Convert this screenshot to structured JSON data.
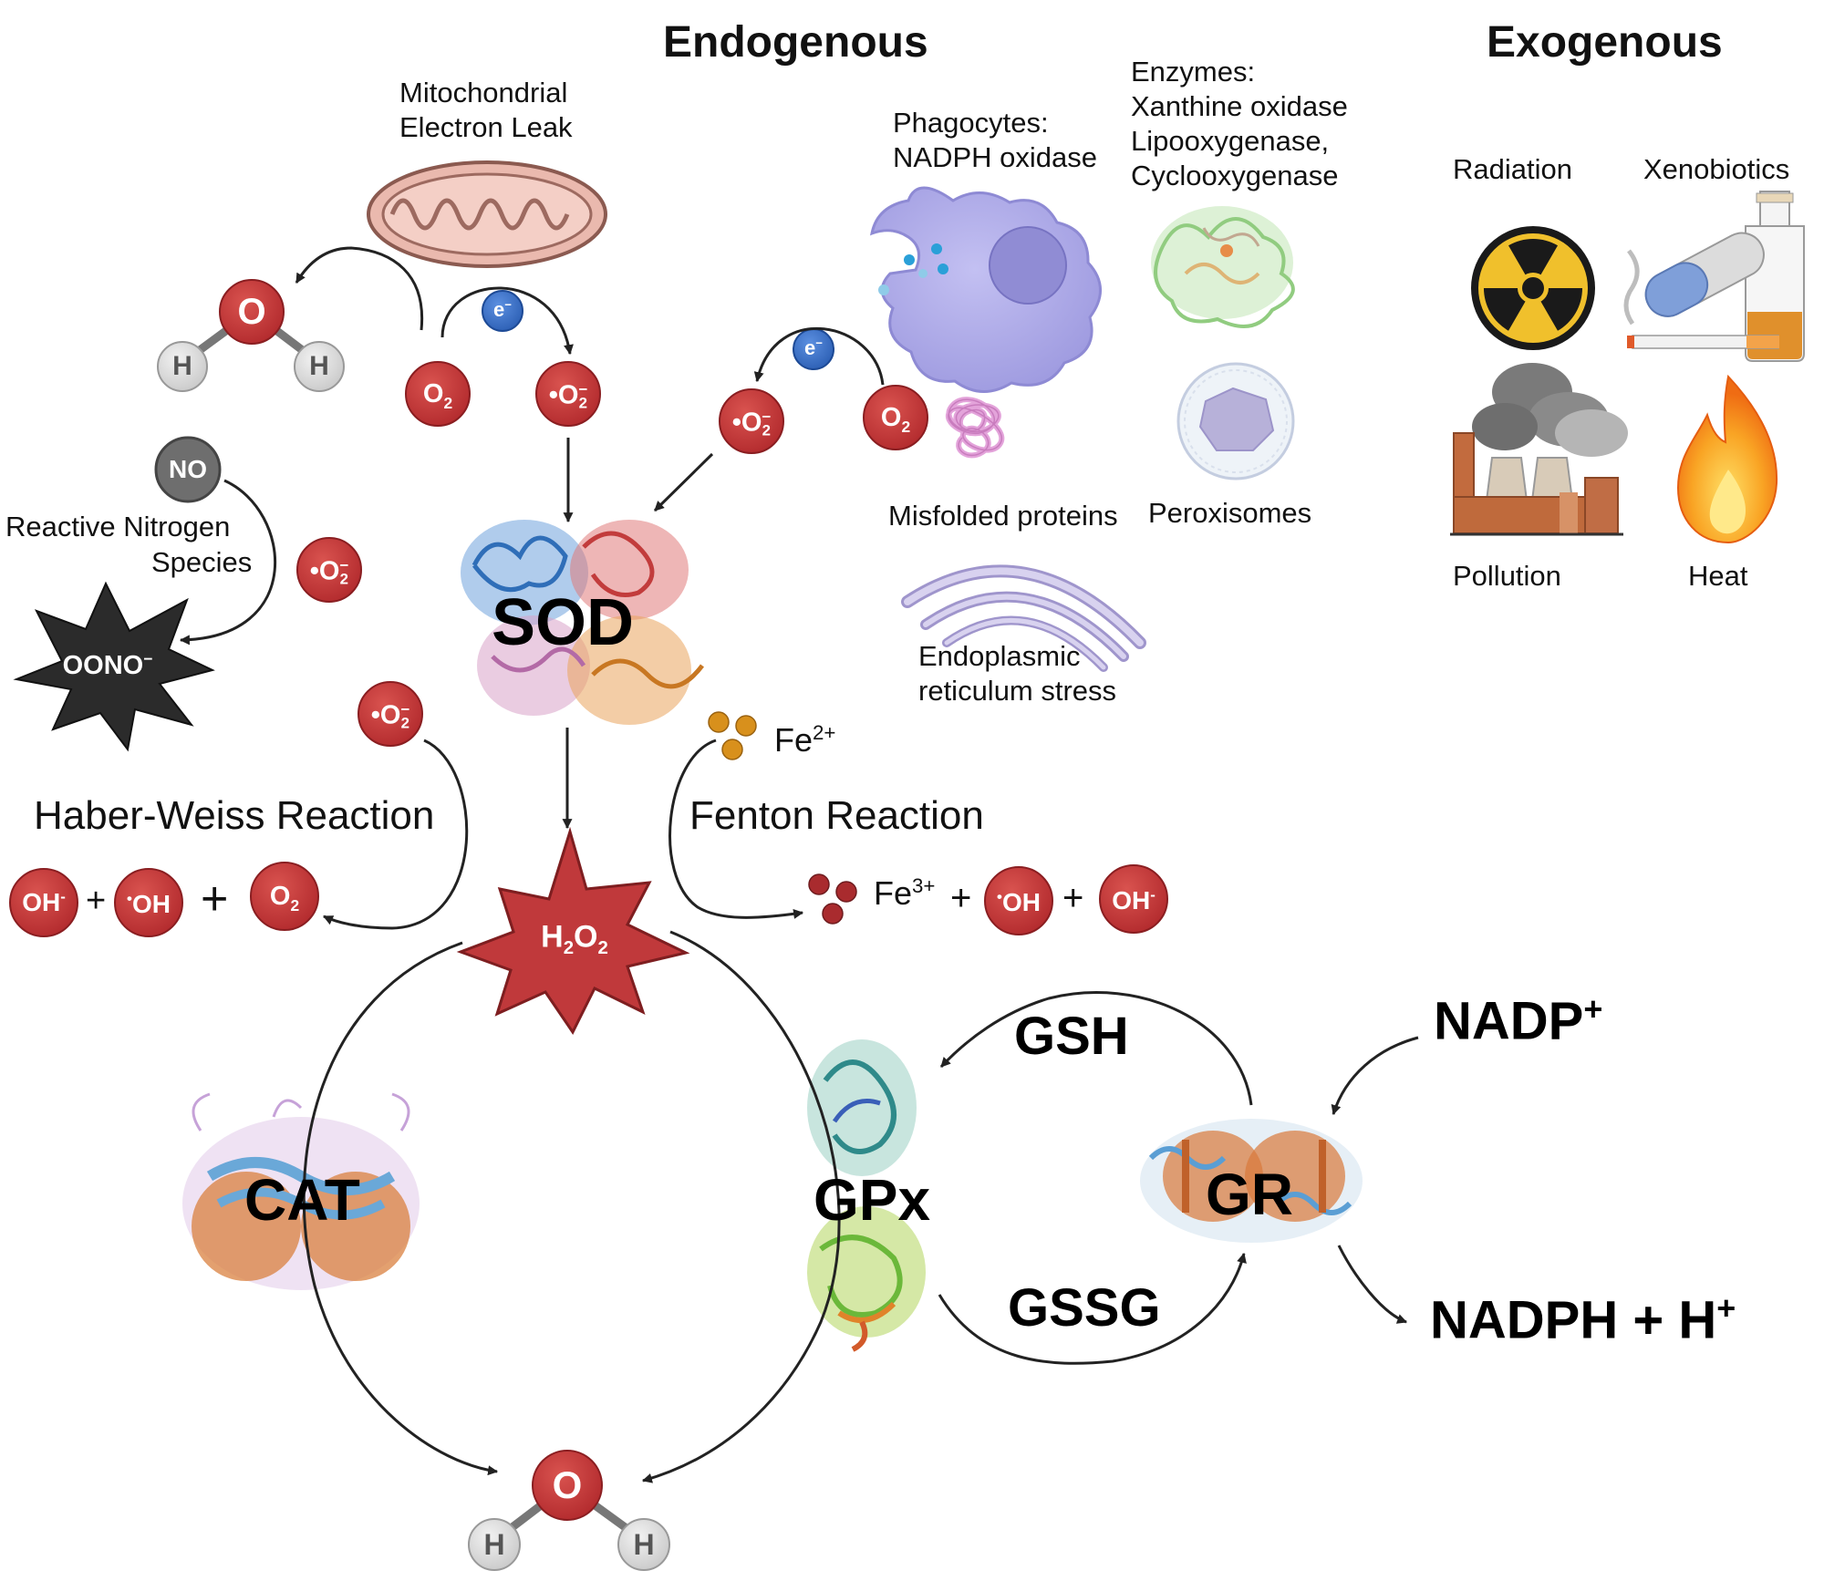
{
  "titles": {
    "endogenous": "Endogenous",
    "exogenous": "Exogenous"
  },
  "sources": {
    "mitochondria_line1": "Mitochondrial",
    "mitochondria_line2": "Electron Leak",
    "phagocytes_line1": "Phagocytes:",
    "phagocytes_line2": "NADPH oxidase",
    "enzymes_line1": "Enzymes:",
    "enzymes_line2": "Xanthine oxidase",
    "enzymes_line3": "Lipooxygenase,",
    "enzymes_line4": "Cyclooxygenase",
    "misfolded": "Misfolded proteins",
    "peroxisomes": "Peroxisomes",
    "er_line1": "Endoplasmic",
    "er_line2": "reticulum stress",
    "rns_line1": "Reactive Nitrogen",
    "rns_line2": "Species"
  },
  "exogenous_items": {
    "radiation": "Radiation",
    "xenobiotics": "Xenobiotics",
    "pollution": "Pollution",
    "heat": "Heat"
  },
  "reactions": {
    "haber_weiss": "Haber-Weiss Reaction",
    "fenton": "Fenton Reaction"
  },
  "enzymes": {
    "sod": "SOD",
    "cat": "CAT",
    "gpx": "GPx",
    "gr": "GR"
  },
  "metabolites": {
    "gsh": "GSH",
    "gssg": "GSSG",
    "nadp_base": "NADP",
    "nadp_sup": "+",
    "nadph": "NADPH + H",
    "nadph_sup": "+"
  },
  "iron": {
    "fe2": "Fe",
    "fe2_charge": "2+",
    "fe3": "Fe",
    "fe3_charge": "3+"
  },
  "molecules": {
    "oxygen_atom": "O",
    "hydrogen_atom": "H",
    "o2": "O",
    "o2_sub": "2",
    "superoxide_dot": "•",
    "superoxide_o": "O",
    "superoxide_sub": "2",
    "superoxide_charge": "−",
    "electron": "e",
    "electron_charge": "−",
    "no": "NO",
    "peroxynitrite": "OONO",
    "peroxynitrite_charge": "−",
    "hydroxide": "OH",
    "hydroxide_charge": "-",
    "hydroxyl": "OH",
    "hydroxyl_dot": "•",
    "h2o2_h": "H",
    "h2o2_o": "O",
    "h2o2_sub": "2",
    "plus": "+"
  },
  "colors": {
    "molecule_red": "#c0393b",
    "hydrogen_grey": "#d9d9d9",
    "electron_blue": "#3a6fc4",
    "no_grey": "#6b6b6b",
    "peroxynitrite_black": "#2b2b2b",
    "mito_pink": "#e8b8ad",
    "phagocyte_purple": "#a9a6e8",
    "iron_orange": "#d8901c",
    "fe3_red": "#a92b2e",
    "flame_orange": "#f28c18",
    "radiation_yellow": "#f2c230",
    "protein_orange": "#d9793b",
    "protein_blue": "#5aa0d6",
    "protein_lilac": "#c7a4d8"
  },
  "icons": {
    "mitochondrion": "mitochondrion-icon",
    "phagocyte": "phagocyte-cell-icon",
    "enzyme_structure": "enzyme-structure-icon",
    "peroxisome": "peroxisome-icon",
    "misfolded_protein": "misfolded-protein-icon",
    "er": "endoplasmic-reticulum-icon",
    "radiation": "radiation-hazard-icon",
    "xenobiotics": "pill-cigarette-bottle-icon",
    "pollution": "factory-smoke-icon",
    "heat": "flame-icon"
  }
}
